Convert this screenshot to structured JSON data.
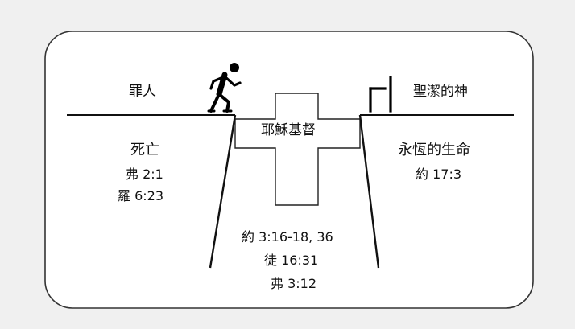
{
  "left_side": {
    "title": "罪人",
    "lines": [
      "死亡",
      "弗 2:1",
      "羅 6:23"
    ]
  },
  "right_side": {
    "title": "聖潔的神",
    "lines": [
      "永恆的生命",
      "約 17:3"
    ]
  },
  "bridge": {
    "label": "耶穌基督",
    "references": [
      "約 3:16-18, 36",
      "徒 16:31",
      "弗 3:12"
    ]
  },
  "icons": {
    "walker": "walking-person-icon",
    "chair": "chair-icon"
  }
}
